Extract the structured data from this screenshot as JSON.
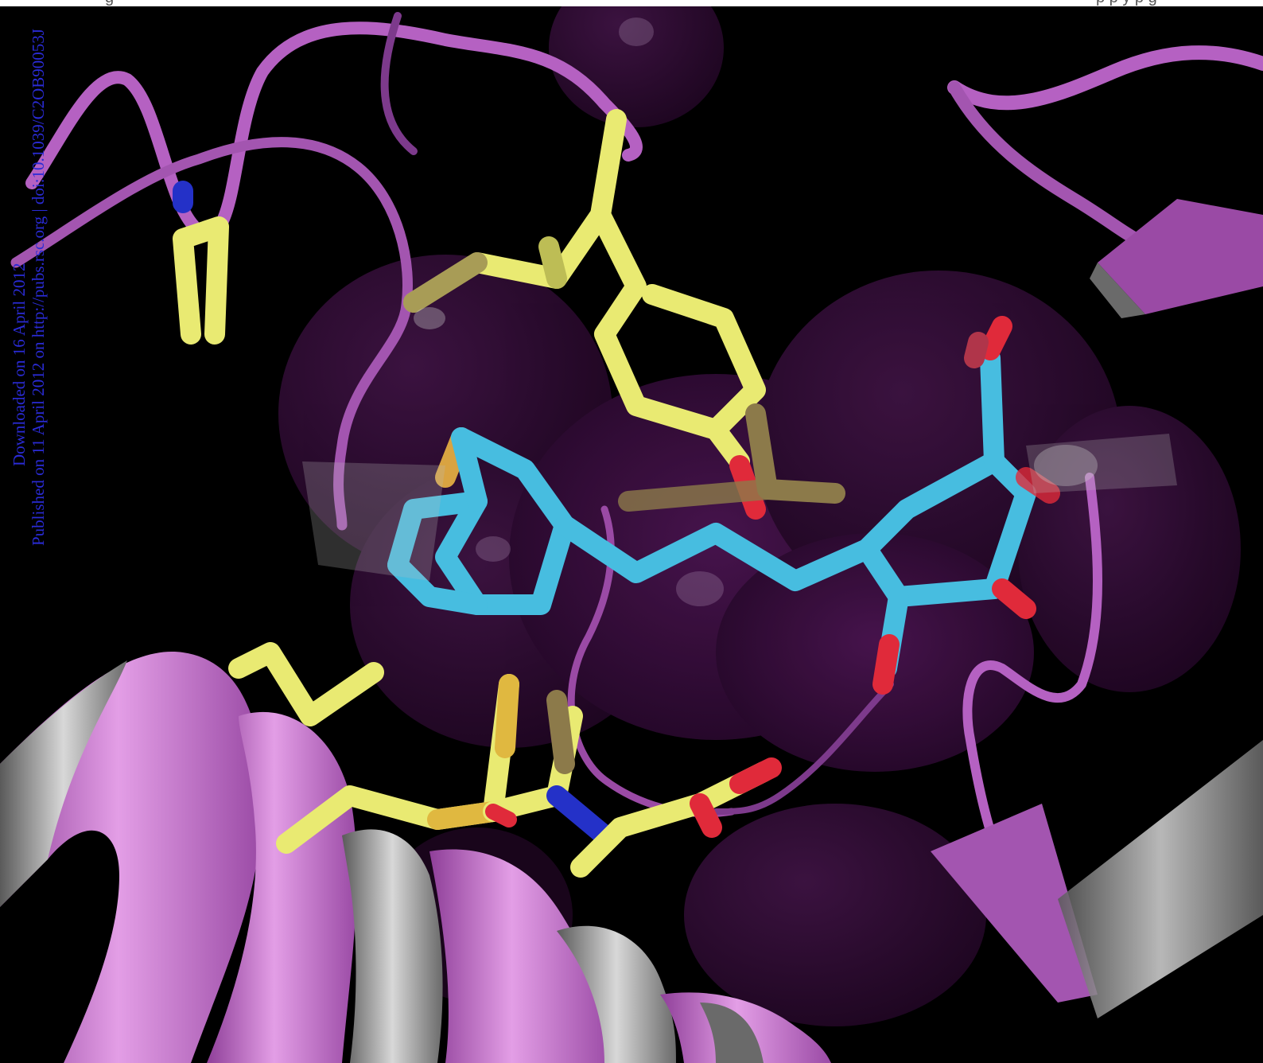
{
  "image": {
    "subject": "protein-ligand-binding-pocket",
    "colors": {
      "background": "#000000",
      "ribbon": "#b561c2",
      "ribbon_dark": "#7d3a8c",
      "helix_side": "#808080",
      "pocket_surface": "#3a0f3e",
      "residue_carbon": "#e9ea72",
      "ligand_carbon": "#47bde0",
      "oxygen": "#e02a3a",
      "nitrogen": "#2431c8",
      "sulfur": "#d9a341"
    }
  },
  "watermark": {
    "line1": "Downloaded on 16 April 2012",
    "line2": "Published on 11 April 2012 on http://pubs.rsc.org | doi:10.1039/C2OB90053J"
  },
  "top_strip": {
    "left_text": "g",
    "right_text": "p    p    y    p  g"
  }
}
